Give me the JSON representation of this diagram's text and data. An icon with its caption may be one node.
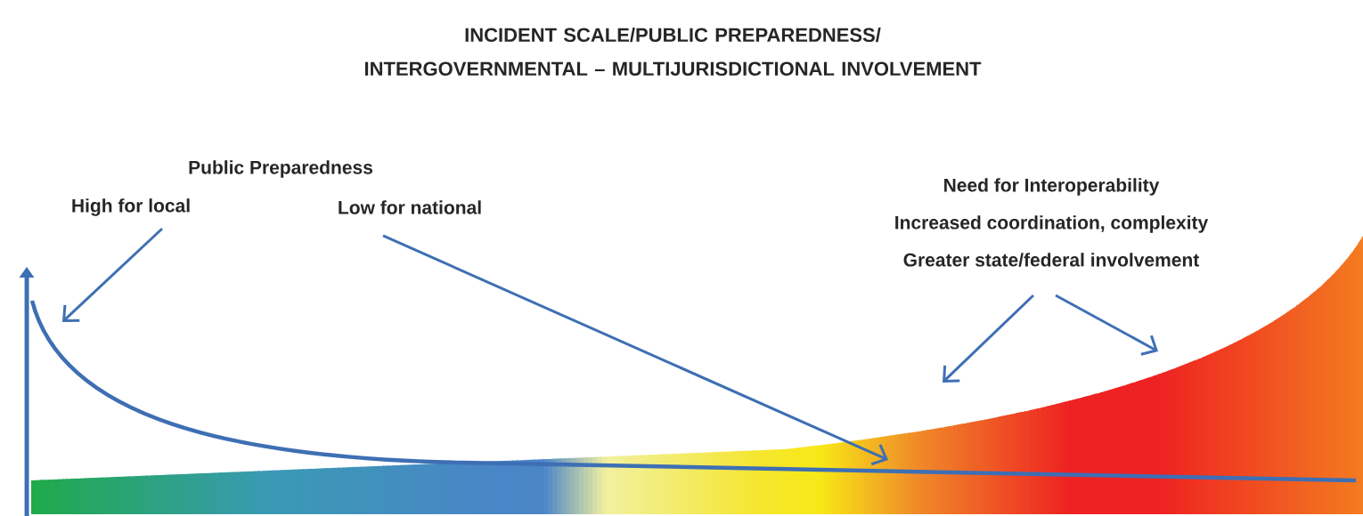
{
  "diagram": {
    "title": "INCIDENT SCALE/PUBLIC PREPAREDNESS/ INTERGOVERNMENTAL – MULTIJURISDICTIONAL INVOLVEMENT",
    "nodes": [
      {
        "text": [
          "Public Preparedness"
        ]
      },
      {
        "text": [
          "High for local"
        ]
      },
      {
        "text": [
          "Low for national"
        ]
      },
      {
        "text": [
          "Need for Interoperability",
          "Increased coordination, complexity",
          "Greater state/federal involvement"
        ]
      }
    ],
    "edges": [
      {
        "from": 1,
        "to": null,
        "arrow": "to"
      },
      {
        "from": 2,
        "to": null,
        "arrow": "to"
      },
      {
        "from": 3,
        "to": null,
        "arrow": "to"
      },
      {
        "from": 3,
        "to": null,
        "arrow": "to"
      }
    ]
  }
}
